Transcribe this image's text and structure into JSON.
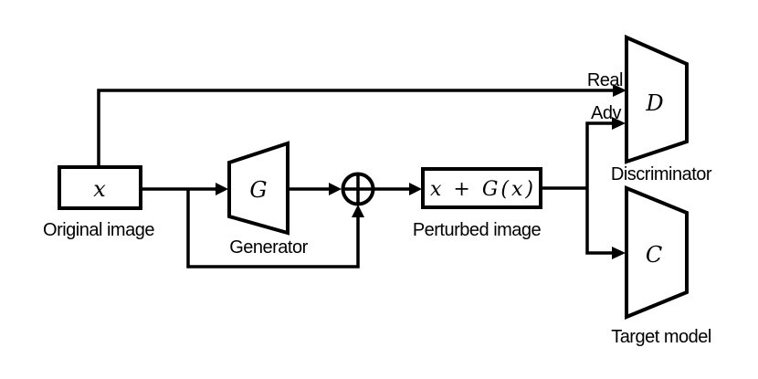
{
  "figure": {
    "background_color": "#ffffff",
    "line_color": "#000000",
    "nodes": {
      "original_image": {
        "symbol": "x",
        "caption": "Original image"
      },
      "generator": {
        "symbol": "G",
        "caption": "Generator"
      },
      "sum_junction": {
        "icon": "circled-plus"
      },
      "perturbed_image": {
        "symbol": "x + G(x)",
        "caption": "Perturbed image"
      },
      "discriminator": {
        "symbol": "D",
        "caption": "Discriminator"
      },
      "target_model": {
        "symbol": "C",
        "caption": "Target model"
      }
    },
    "edge_labels": {
      "real": "Real",
      "adv": "Adv"
    }
  }
}
